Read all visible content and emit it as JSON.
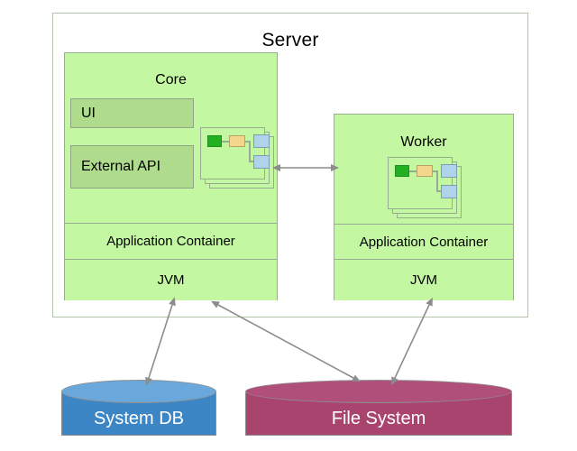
{
  "diagram": {
    "title": "Server",
    "server": {
      "label": "Server"
    },
    "nodes": [
      {
        "id": "core",
        "label": "Core",
        "modules": [
          {
            "id": "ui",
            "label": "UI"
          },
          {
            "id": "external-api",
            "label": "External API"
          }
        ],
        "bands": [
          {
            "id": "core-application-container",
            "label": "Application Container"
          },
          {
            "id": "core-jvm",
            "label": "JVM"
          }
        ],
        "icon": "stacked-workflow-cards-icon"
      },
      {
        "id": "worker",
        "label": "Worker",
        "modules": [],
        "bands": [
          {
            "id": "worker-application-container",
            "label": "Application Container"
          },
          {
            "id": "worker-jvm",
            "label": "JVM"
          }
        ],
        "icon": "stacked-workflow-cards-icon"
      }
    ],
    "datastores": [
      {
        "id": "system-db",
        "label": "System DB",
        "shape": "cylinder",
        "color": "#3d86c6"
      },
      {
        "id": "file-system",
        "label": "File System",
        "shape": "cylinder",
        "color": "#a9446f"
      }
    ],
    "connections": [
      {
        "id": "core-to-worker",
        "from": "core",
        "to": "worker",
        "style": "bidirectional"
      },
      {
        "id": "core-to-system-db",
        "from": "core-jvm",
        "to": "system-db",
        "style": "bidirectional"
      },
      {
        "id": "core-to-file-system",
        "from": "core-jvm",
        "to": "file-system",
        "style": "bidirectional"
      },
      {
        "id": "worker-to-file-system",
        "from": "worker-jvm",
        "to": "file-system",
        "style": "bidirectional"
      }
    ],
    "colors": {
      "node_fill": "#c3f7a2",
      "module_fill": "#aedc8c",
      "node_border": "#9aab93",
      "server_border": "#b4c4ab",
      "arrow": "#8c8c8c",
      "card_step_start": "#22b022",
      "card_step_middle": "#f4d68c",
      "card_step_end": "#aed3ea",
      "system_db": "#3d86c6",
      "file_system": "#a9446f",
      "background": "#ffffff"
    }
  }
}
